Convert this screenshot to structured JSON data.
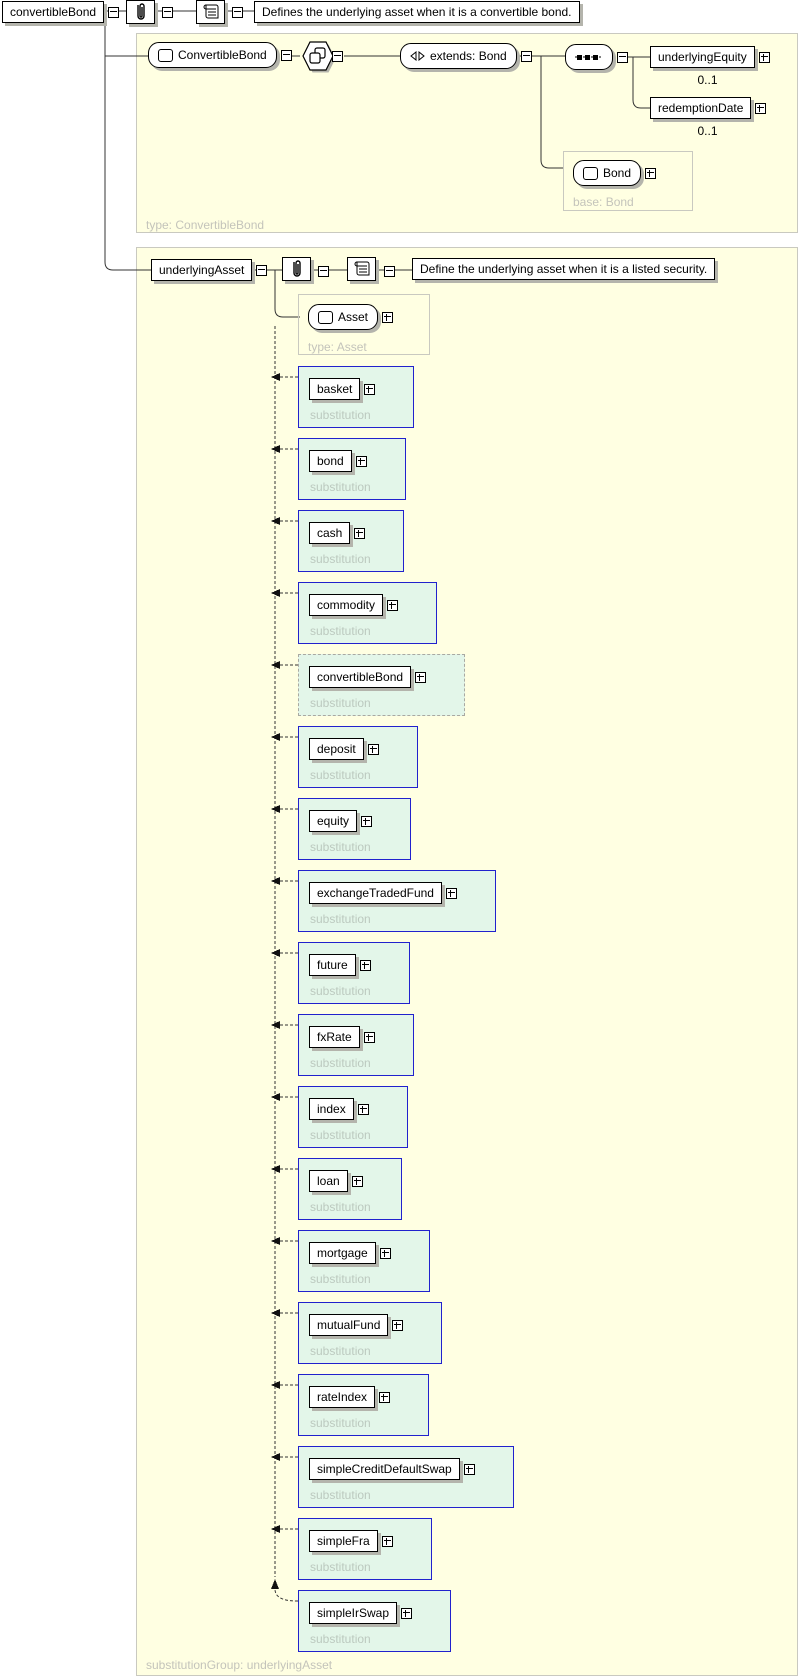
{
  "colors": {
    "group_background": "#ffffe2",
    "substitution_background": "#e3f6e9",
    "substitution_border": "#2121cd",
    "muted_caption": "#c4c4bb",
    "box_shadow": "#b4b4ac"
  },
  "icons": {
    "annotation": "paperclip-icon",
    "documentation": "scroll-icon",
    "complex_type_marker": "rounded-square-icon",
    "complex_content": "hexagon-overlapping-squares-icon",
    "derivation": "left-right-triangles-icon",
    "sequence": "dotted-squares-line-icon"
  },
  "root": {
    "element_label": "convertibleBond",
    "annotation_doc": "Defines the underlying asset when it is a convertible bond."
  },
  "complex_type": {
    "name_label": "ConvertibleBond",
    "extends_label": "extends: Bond",
    "type_caption": "type: ConvertibleBond",
    "children": [
      {
        "label": "underlyingEquity",
        "cardinality": "0..1"
      },
      {
        "label": "redemptionDate",
        "cardinality": "0..1"
      }
    ],
    "base": {
      "label": "Bond",
      "caption": "base: Bond"
    }
  },
  "underlying_asset": {
    "element_label": "underlyingAsset",
    "annotation_doc": "Define the underlying asset when it is a listed security.",
    "type_box": {
      "label": "Asset",
      "caption": "type: Asset"
    },
    "substitution_caption": "substitution",
    "group_caption": "substitutionGroup: underlyingAsset",
    "substitutions": [
      {
        "label": "basket"
      },
      {
        "label": "bond"
      },
      {
        "label": "cash"
      },
      {
        "label": "commodity"
      },
      {
        "label": "convertibleBond"
      },
      {
        "label": "deposit"
      },
      {
        "label": "equity"
      },
      {
        "label": "exchangeTradedFund"
      },
      {
        "label": "future"
      },
      {
        "label": "fxRate"
      },
      {
        "label": "index"
      },
      {
        "label": "loan"
      },
      {
        "label": "mortgage"
      },
      {
        "label": "mutualFund"
      },
      {
        "label": "rateIndex"
      },
      {
        "label": "simpleCreditDefaultSwap"
      },
      {
        "label": "simpleFra"
      },
      {
        "label": "simpleIrSwap"
      }
    ]
  }
}
